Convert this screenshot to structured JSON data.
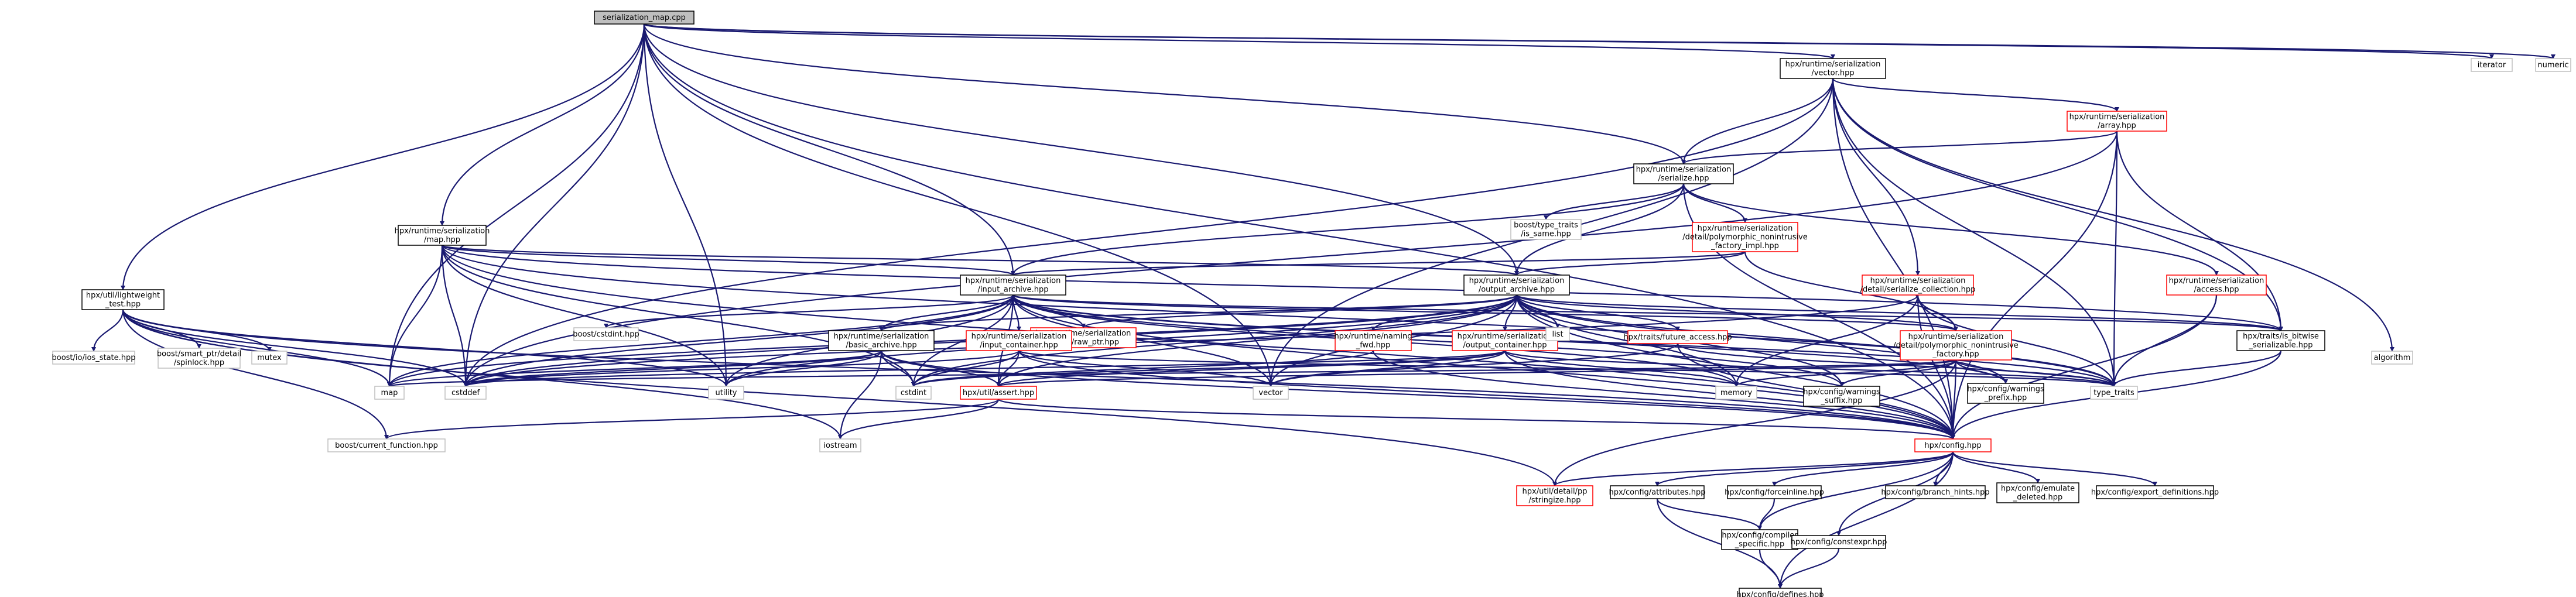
{
  "title": "serialization_map.cpp",
  "colors": {
    "edge": "#191970",
    "box_border": "#000000",
    "red_border": "#ff0000",
    "root_fill": "#bfbfbf",
    "plain_border": "#bfbfbf"
  },
  "nodes": [
    {
      "id": "root",
      "lines": [
        "serialization_map.cpp"
      ],
      "style": "root"
    },
    {
      "id": "vector_hpp",
      "lines": [
        "hpx/runtime/serialization",
        "/vector.hpp"
      ],
      "style": "box"
    },
    {
      "id": "iterator",
      "lines": [
        "iterator"
      ],
      "style": "plain"
    },
    {
      "id": "numeric",
      "lines": [
        "numeric"
      ],
      "style": "plain"
    },
    {
      "id": "array_hpp",
      "lines": [
        "hpx/runtime/serialization",
        "/array.hpp"
      ],
      "style": "red"
    },
    {
      "id": "serialize_hpp",
      "lines": [
        "hpx/runtime/serialization",
        "/serialize.hpp"
      ],
      "style": "box"
    },
    {
      "id": "boost_tt_same",
      "lines": [
        "boost/type_traits",
        "/is_same.hpp"
      ],
      "style": "plain"
    },
    {
      "id": "poly_impl",
      "lines": [
        "hpx/runtime/serialization",
        "/detail/polymorphic_nonintrusive",
        "_factory_impl.hpp"
      ],
      "style": "red"
    },
    {
      "id": "map_hpp",
      "lines": [
        "hpx/runtime/serialization",
        "/map.hpp"
      ],
      "style": "box"
    },
    {
      "id": "input_archive",
      "lines": [
        "hpx/runtime/serialization",
        "/input_archive.hpp"
      ],
      "style": "box"
    },
    {
      "id": "output_archive",
      "lines": [
        "hpx/runtime/serialization",
        "/output_archive.hpp"
      ],
      "style": "box"
    },
    {
      "id": "serialize_collection",
      "lines": [
        "hpx/runtime/serialization",
        "/detail/serialize_collection.hpp"
      ],
      "style": "red"
    },
    {
      "id": "access_hpp",
      "lines": [
        "hpx/runtime/serialization",
        "/access.hpp"
      ],
      "style": "red"
    },
    {
      "id": "lightweight_test",
      "lines": [
        "hpx/util/lightweight",
        "_test.hpp"
      ],
      "style": "box"
    },
    {
      "id": "boost_cstdint",
      "lines": [
        "boost/cstdint.hpp"
      ],
      "style": "plain"
    },
    {
      "id": "raw_ptr",
      "lines": [
        "hpx/runtime/serialization",
        "/detail/raw_ptr.hpp"
      ],
      "style": "red"
    },
    {
      "id": "basic_archive",
      "lines": [
        "hpx/runtime/serialization",
        "/basic_archive.hpp"
      ],
      "style": "box"
    },
    {
      "id": "input_container",
      "lines": [
        "hpx/runtime/serialization",
        "/input_container.hpp"
      ],
      "style": "red"
    },
    {
      "id": "naming_fwd",
      "lines": [
        "hpx/runtime/naming",
        "_fwd.hpp"
      ],
      "style": "red"
    },
    {
      "id": "output_container",
      "lines": [
        "hpx/runtime/serialization",
        "/output_container.hpp"
      ],
      "style": "red"
    },
    {
      "id": "future_access",
      "lines": [
        "hpx/traits/future_access.hpp"
      ],
      "style": "red"
    },
    {
      "id": "list",
      "lines": [
        "list"
      ],
      "style": "plain"
    },
    {
      "id": "poly_factory",
      "lines": [
        "hpx/runtime/serialization",
        "/detail/polymorphic_nonintrusive",
        "_factory.hpp"
      ],
      "style": "red"
    },
    {
      "id": "bitwise",
      "lines": [
        "hpx/traits/is_bitwise",
        "_serializable.hpp"
      ],
      "style": "box"
    },
    {
      "id": "algorithm",
      "lines": [
        "algorithm"
      ],
      "style": "plain"
    },
    {
      "id": "type_traits",
      "lines": [
        "type_traits"
      ],
      "style": "plain"
    },
    {
      "id": "warnings_prefix",
      "lines": [
        "hpx/config/warnings",
        "_prefix.hpp"
      ],
      "style": "box"
    },
    {
      "id": "warnings_suffix",
      "lines": [
        "hpx/config/warnings",
        "_suffix.hpp"
      ],
      "style": "box"
    },
    {
      "id": "memory",
      "lines": [
        "memory"
      ],
      "style": "plain"
    },
    {
      "id": "vector_std",
      "lines": [
        "vector"
      ],
      "style": "plain"
    },
    {
      "id": "assert_hpp",
      "lines": [
        "hpx/util/assert.hpp"
      ],
      "style": "red"
    },
    {
      "id": "cstdint",
      "lines": [
        "cstdint"
      ],
      "style": "plain"
    },
    {
      "id": "utility",
      "lines": [
        "utility"
      ],
      "style": "plain"
    },
    {
      "id": "cstddef",
      "lines": [
        "cstddef"
      ],
      "style": "plain"
    },
    {
      "id": "map_std",
      "lines": [
        "map"
      ],
      "style": "plain"
    },
    {
      "id": "boost_ios_state",
      "lines": [
        "boost/io/ios_state.hpp"
      ],
      "style": "plain"
    },
    {
      "id": "boost_smart_ptr",
      "lines": [
        "boost/smart_ptr/detail",
        "/spinlock.hpp"
      ],
      "style": "plain"
    },
    {
      "id": "mutex",
      "lines": [
        "mutex"
      ],
      "style": "plain"
    },
    {
      "id": "boost_current_function",
      "lines": [
        "boost/current_function.hpp"
      ],
      "style": "plain"
    },
    {
      "id": "iostream",
      "lines": [
        "iostream"
      ],
      "style": "plain"
    },
    {
      "id": "config_hpp",
      "lines": [
        "hpx/config.hpp"
      ],
      "style": "red"
    },
    {
      "id": "stringize",
      "lines": [
        "hpx/util/detail/pp",
        "/stringize.hpp"
      ],
      "style": "red"
    },
    {
      "id": "attributes",
      "lines": [
        "hpx/config/attributes.hpp"
      ],
      "style": "box"
    },
    {
      "id": "forceinline",
      "lines": [
        "hpx/config/forceinline.hpp"
      ],
      "style": "box"
    },
    {
      "id": "branch_hints",
      "lines": [
        "hpx/config/branch_hints.hpp"
      ],
      "style": "box"
    },
    {
      "id": "emulate_deleted",
      "lines": [
        "hpx/config/emulate",
        "_deleted.hpp"
      ],
      "style": "box"
    },
    {
      "id": "export_definitions",
      "lines": [
        "hpx/config/export_definitions.hpp"
      ],
      "style": "box"
    },
    {
      "id": "compiler_specific",
      "lines": [
        "hpx/config/compiler",
        "_specific.hpp"
      ],
      "style": "box"
    },
    {
      "id": "constexpr",
      "lines": [
        "hpx/config/constexpr.hpp"
      ],
      "style": "box"
    },
    {
      "id": "defines",
      "lines": [
        "hpx/config/defines.hpp"
      ],
      "style": "box"
    }
  ],
  "edges": [
    [
      "root",
      "vector_hpp"
    ],
    [
      "root",
      "iterator"
    ],
    [
      "root",
      "numeric"
    ],
    [
      "root",
      "serialize_hpp"
    ],
    [
      "root",
      "map_hpp"
    ],
    [
      "root",
      "input_archive"
    ],
    [
      "root",
      "output_archive"
    ],
    [
      "root",
      "lightweight_test"
    ],
    [
      "root",
      "cstddef"
    ],
    [
      "root",
      "map_std"
    ],
    [
      "root",
      "utility"
    ],
    [
      "root",
      "vector_std"
    ],
    [
      "root",
      "config_hpp"
    ],
    [
      "vector_hpp",
      "array_hpp"
    ],
    [
      "vector_hpp",
      "serialize_hpp"
    ],
    [
      "vector_hpp",
      "serialize_collection"
    ],
    [
      "vector_hpp",
      "bitwise"
    ],
    [
      "vector_hpp",
      "type_traits"
    ],
    [
      "vector_hpp",
      "vector_std"
    ],
    [
      "vector_hpp",
      "config_hpp"
    ],
    [
      "vector_hpp",
      "cstddef"
    ],
    [
      "vector_hpp",
      "algorithm"
    ],
    [
      "array_hpp",
      "serialize_hpp"
    ],
    [
      "array_hpp",
      "bitwise"
    ],
    [
      "array_hpp",
      "type_traits"
    ],
    [
      "array_hpp",
      "config_hpp"
    ],
    [
      "array_hpp",
      "cstddef"
    ],
    [
      "serialize_hpp",
      "boost_tt_same"
    ],
    [
      "serialize_hpp",
      "poly_impl"
    ],
    [
      "serialize_hpp",
      "input_archive"
    ],
    [
      "serialize_hpp",
      "output_archive"
    ],
    [
      "serialize_hpp",
      "access_hpp"
    ],
    [
      "serialize_hpp",
      "config_hpp"
    ],
    [
      "poly_impl",
      "output_archive"
    ],
    [
      "poly_impl",
      "input_archive"
    ],
    [
      "poly_impl",
      "poly_factory"
    ],
    [
      "map_hpp",
      "input_archive"
    ],
    [
      "map_hpp",
      "output_archive"
    ],
    [
      "map_hpp",
      "map_std"
    ],
    [
      "map_hpp",
      "type_traits"
    ],
    [
      "map_hpp",
      "cstddef"
    ],
    [
      "map_hpp",
      "cstdint"
    ],
    [
      "map_hpp",
      "utility"
    ],
    [
      "map_hpp",
      "config_hpp"
    ],
    [
      "map_hpp",
      "bitwise"
    ],
    [
      "input_archive",
      "basic_archive"
    ],
    [
      "input_archive",
      "input_container"
    ],
    [
      "input_archive",
      "raw_ptr"
    ],
    [
      "input_archive",
      "boost_cstdint"
    ],
    [
      "input_archive",
      "poly_factory"
    ],
    [
      "input_archive",
      "bitwise"
    ],
    [
      "input_archive",
      "type_traits"
    ],
    [
      "input_archive",
      "memory"
    ],
    [
      "input_archive",
      "cstddef"
    ],
    [
      "input_archive",
      "cstdint"
    ],
    [
      "input_archive",
      "utility"
    ],
    [
      "input_archive",
      "config_hpp"
    ],
    [
      "input_archive",
      "warnings_prefix"
    ],
    [
      "input_archive",
      "warnings_suffix"
    ],
    [
      "input_archive",
      "assert_hpp"
    ],
    [
      "input_archive",
      "map_std"
    ],
    [
      "input_archive",
      "vector_std"
    ],
    [
      "output_archive",
      "basic_archive"
    ],
    [
      "output_archive",
      "output_container"
    ],
    [
      "output_archive",
      "raw_ptr"
    ],
    [
      "output_archive",
      "naming_fwd"
    ],
    [
      "output_archive",
      "future_access"
    ],
    [
      "output_archive",
      "list"
    ],
    [
      "output_archive",
      "poly_factory"
    ],
    [
      "output_archive",
      "bitwise"
    ],
    [
      "output_archive",
      "type_traits"
    ],
    [
      "output_archive",
      "memory"
    ],
    [
      "output_archive",
      "cstddef"
    ],
    [
      "output_archive",
      "cstdint"
    ],
    [
      "output_archive",
      "utility"
    ],
    [
      "output_archive",
      "config_hpp"
    ],
    [
      "output_archive",
      "warnings_prefix"
    ],
    [
      "output_archive",
      "warnings_suffix"
    ],
    [
      "output_archive",
      "assert_hpp"
    ],
    [
      "output_archive",
      "map_std"
    ],
    [
      "output_archive",
      "vector_std"
    ],
    [
      "serialize_collection",
      "poly_factory"
    ],
    [
      "serialize_collection",
      "type_traits"
    ],
    [
      "serialize_collection",
      "config_hpp"
    ],
    [
      "serialize_collection",
      "memory"
    ],
    [
      "serialize_collection",
      "cstddef"
    ],
    [
      "access_hpp",
      "type_traits"
    ],
    [
      "access_hpp",
      "config_hpp"
    ],
    [
      "lightweight_test",
      "boost_ios_state"
    ],
    [
      "lightweight_test",
      "boost_smart_ptr"
    ],
    [
      "lightweight_test",
      "mutex"
    ],
    [
      "lightweight_test",
      "boost_current_function"
    ],
    [
      "lightweight_test",
      "iostream"
    ],
    [
      "lightweight_test",
      "config_hpp"
    ],
    [
      "lightweight_test",
      "stringize"
    ],
    [
      "lightweight_test",
      "cstddef"
    ],
    [
      "lightweight_test",
      "map_std"
    ],
    [
      "lightweight_test",
      "utility"
    ],
    [
      "basic_archive",
      "assert_hpp"
    ],
    [
      "basic_archive",
      "cstddef"
    ],
    [
      "basic_archive",
      "cstdint"
    ],
    [
      "basic_archive",
      "iostream"
    ],
    [
      "basic_archive",
      "utility"
    ],
    [
      "basic_archive",
      "config_hpp"
    ],
    [
      "basic_archive",
      "map_std"
    ],
    [
      "input_container",
      "assert_hpp"
    ],
    [
      "input_container",
      "cstddef"
    ],
    [
      "input_container",
      "cstdint"
    ],
    [
      "input_container",
      "vector_std"
    ],
    [
      "input_container",
      "type_traits"
    ],
    [
      "input_container",
      "config_hpp"
    ],
    [
      "naming_fwd",
      "config_hpp"
    ],
    [
      "naming_fwd",
      "cstdint"
    ],
    [
      "output_container",
      "assert_hpp"
    ],
    [
      "output_container",
      "cstddef"
    ],
    [
      "output_container",
      "cstdint"
    ],
    [
      "output_container",
      "vector_std"
    ],
    [
      "output_container",
      "memory"
    ],
    [
      "output_container",
      "type_traits"
    ],
    [
      "output_container",
      "config_hpp"
    ],
    [
      "future_access",
      "type_traits"
    ],
    [
      "future_access",
      "vector_std"
    ],
    [
      "future_access",
      "config_hpp"
    ],
    [
      "poly_factory",
      "warnings_prefix"
    ],
    [
      "poly_factory",
      "warnings_suffix"
    ],
    [
      "poly_factory",
      "config_hpp"
    ],
    [
      "poly_factory",
      "type_traits"
    ],
    [
      "poly_factory",
      "memory"
    ],
    [
      "poly_factory",
      "assert_hpp"
    ],
    [
      "poly_factory",
      "stringize"
    ],
    [
      "poly_factory",
      "map_std"
    ],
    [
      "bitwise",
      "type_traits"
    ],
    [
      "bitwise",
      "config_hpp"
    ],
    [
      "assert_hpp",
      "boost_current_function"
    ],
    [
      "assert_hpp",
      "iostream"
    ],
    [
      "assert_hpp",
      "config_hpp"
    ],
    [
      "config_hpp",
      "stringize"
    ],
    [
      "config_hpp",
      "attributes"
    ],
    [
      "config_hpp",
      "forceinline"
    ],
    [
      "config_hpp",
      "branch_hints"
    ],
    [
      "config_hpp",
      "emulate_deleted"
    ],
    [
      "config_hpp",
      "export_definitions"
    ],
    [
      "config_hpp",
      "compiler_specific"
    ],
    [
      "config_hpp",
      "constexpr"
    ],
    [
      "config_hpp",
      "defines"
    ],
    [
      "attributes",
      "compiler_specific"
    ],
    [
      "attributes",
      "defines"
    ],
    [
      "forceinline",
      "compiler_specific"
    ],
    [
      "compiler_specific",
      "defines"
    ],
    [
      "constexpr",
      "defines"
    ]
  ]
}
